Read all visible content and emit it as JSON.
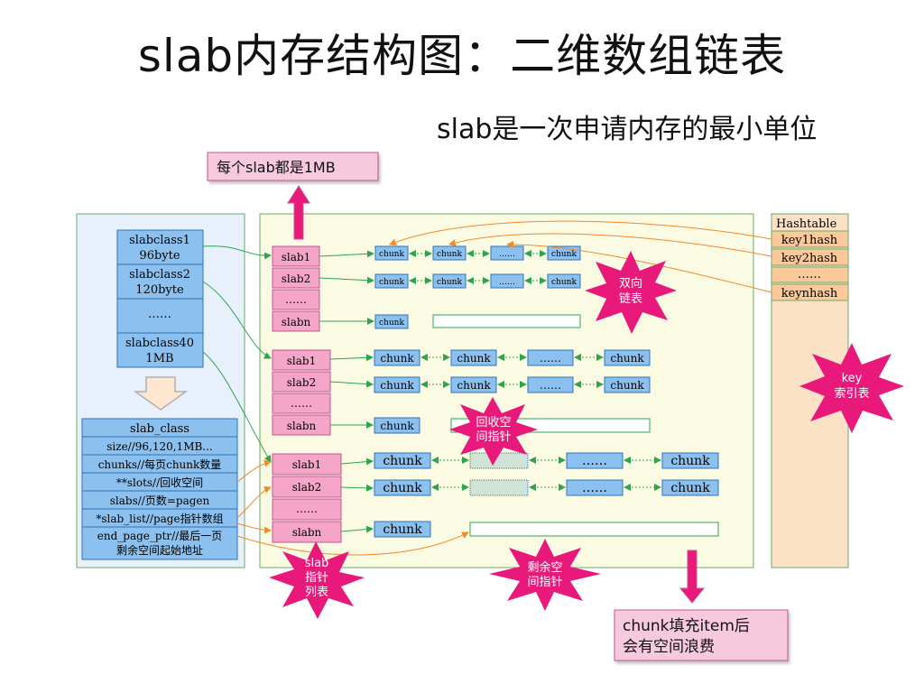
{
  "title": "slab内存结构图：二维数组链表",
  "subtitle": "slab是一次申请内存的最小单位",
  "colors": {
    "pink": "#f5a6c8",
    "pinkBorder": "#c0578e",
    "blue": "#8cc0ee",
    "blueBorder": "#2e75b6",
    "burst": "#e8197a",
    "leftPanel": "#e8f0fb",
    "midPanel": "#fbfbe4",
    "rightPanel": "#fbe2c7",
    "green": "#2ea44f",
    "orange": "#f28a2a"
  },
  "callouts": {
    "each_slab": "每个slab都是1MB",
    "waste": [
      "chunk填充item后",
      "会有空间浪费"
    ]
  },
  "slabclasses": [
    [
      "slabclass1",
      "96byte"
    ],
    [
      "slabclass2",
      "120byte"
    ],
    [
      "……"
    ],
    [
      "slabclass40",
      "1MB"
    ]
  ],
  "slab_class": [
    "slab_class",
    "size//96,120,1MB...",
    "chunks//每页chunk数量",
    "**slots//回收空间",
    "slabs//页数=pagen",
    "*slab_list//page指针数组",
    "end_page_ptr//最后一页",
    "剩余空间起始地址"
  ],
  "slabs": {
    "slab1": "slab1",
    "slab2": "slab2",
    "dots": "……",
    "slabn": "slabn",
    "chunk": "chunk",
    "chunk_dots": "……"
  },
  "hashtable": [
    "Hashtable",
    "key1hash",
    "key2hash",
    "……",
    "keynhash"
  ],
  "bursts": {
    "doubly_linked": [
      "双向",
      "链表"
    ],
    "key_index": [
      "key",
      "索引表"
    ],
    "recycle_ptr": [
      "回收空",
      "间指针"
    ],
    "slab_ptr_list": [
      "slab",
      "指针",
      "列表"
    ],
    "remaining_ptr": [
      "剩余空",
      "间指针"
    ]
  }
}
